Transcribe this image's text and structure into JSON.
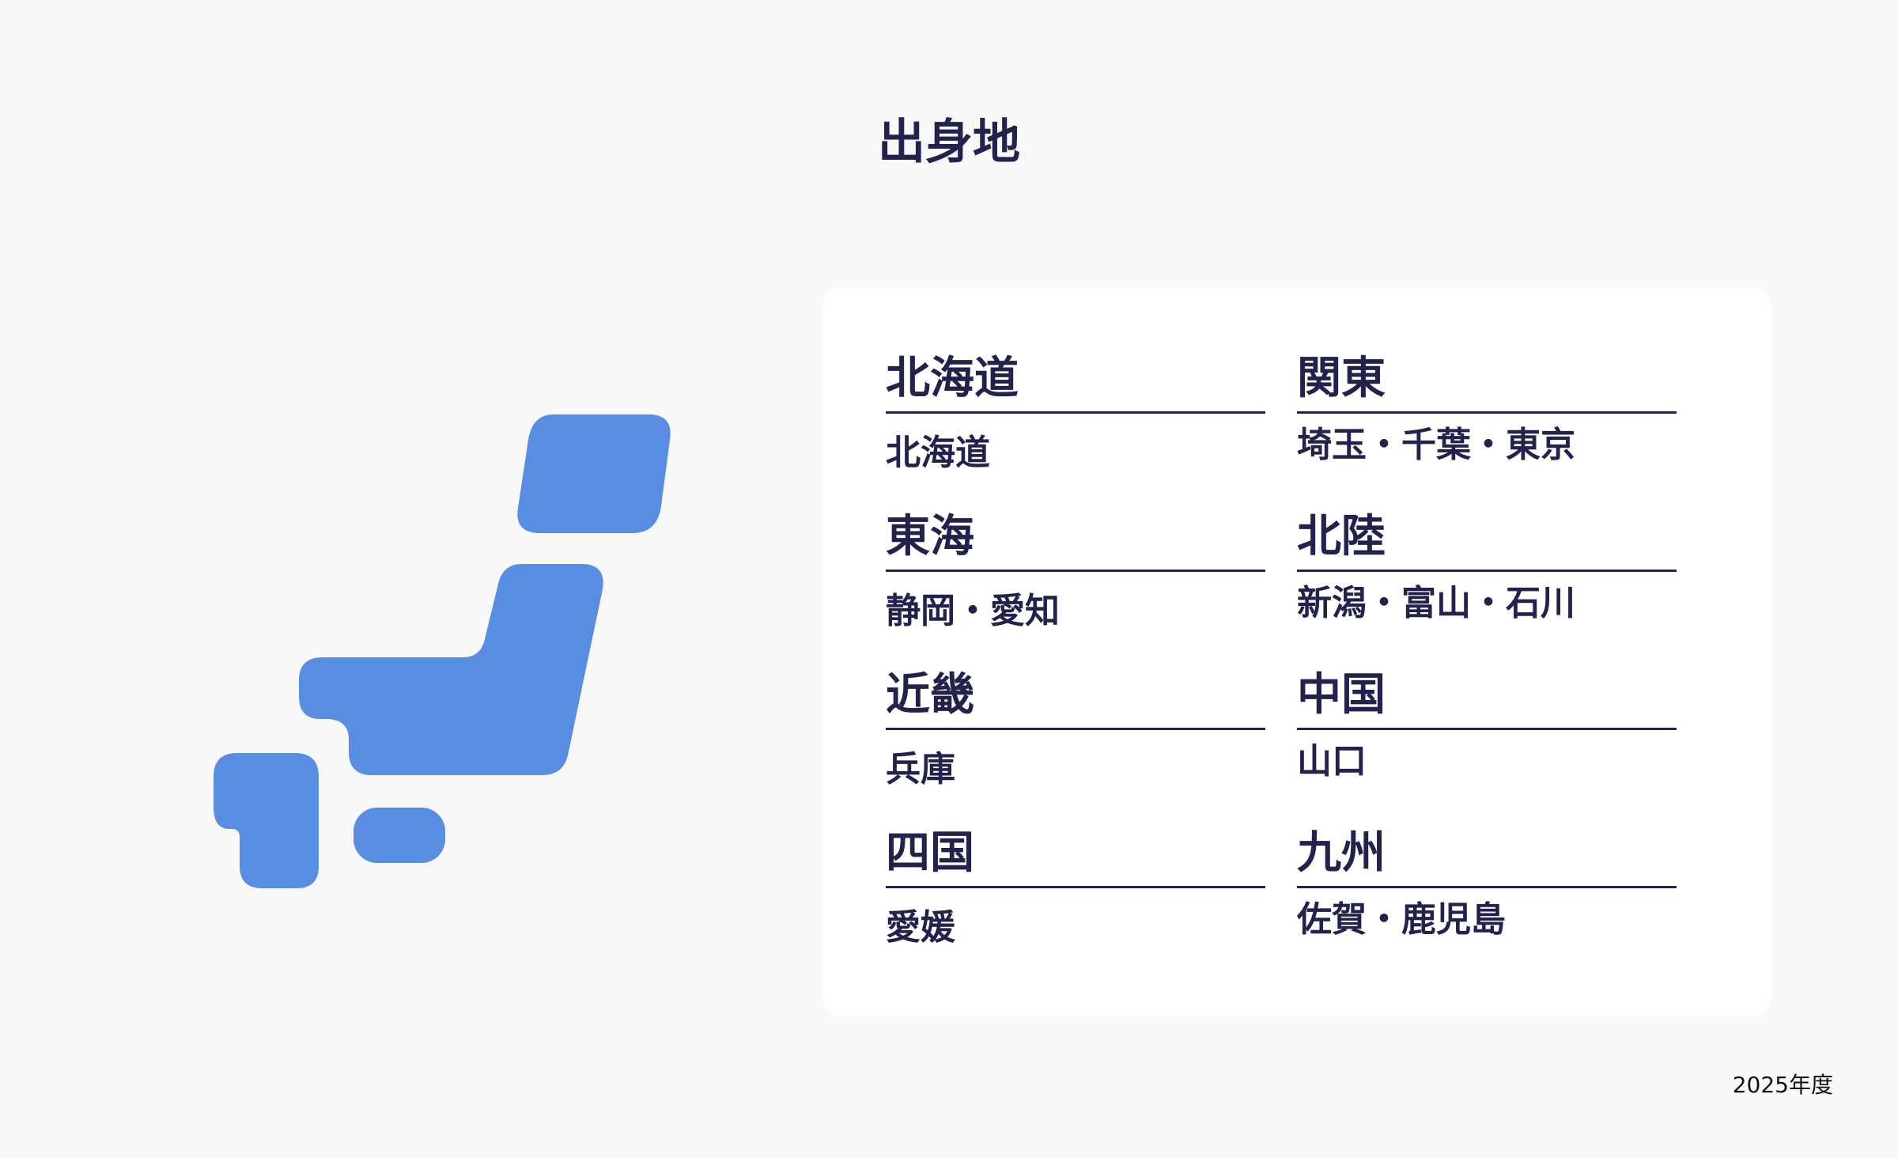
{
  "title": "出身地",
  "colors": {
    "background": "#f8f8f8",
    "card": "#ffffff",
    "text": "#22224d",
    "map_fill": "#598de1"
  },
  "map": {
    "icon": "japan-map-icon",
    "islands": [
      "hokkaido",
      "honshu",
      "shikoku",
      "kyushu"
    ]
  },
  "regions": [
    {
      "name": "北海道",
      "prefectures": "北海道"
    },
    {
      "name": "関東",
      "prefectures": "埼玉・千葉・東京"
    },
    {
      "name": "東海",
      "prefectures": "静岡・愛知"
    },
    {
      "name": "北陸",
      "prefectures": "新潟・富山・石川"
    },
    {
      "name": "近畿",
      "prefectures": "兵庫"
    },
    {
      "name": "中国",
      "prefectures": "山口"
    },
    {
      "name": "四国",
      "prefectures": "愛媛"
    },
    {
      "name": "九州",
      "prefectures": "佐賀・鹿児島"
    }
  ],
  "footer": "2025年度"
}
